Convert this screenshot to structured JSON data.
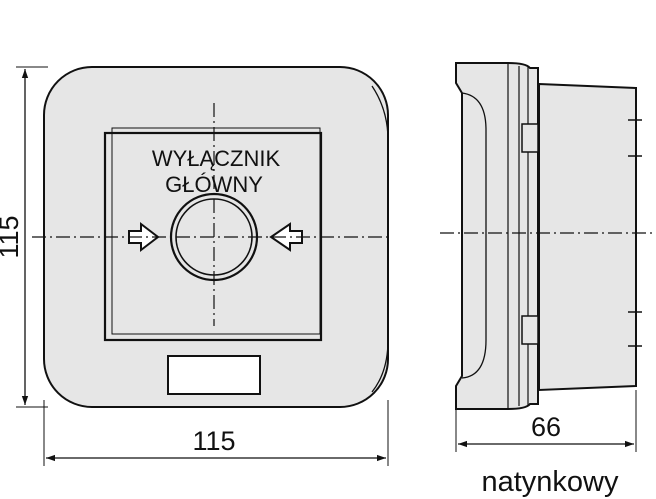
{
  "front_view": {
    "label_line1": "WYŁĄCZNIK",
    "label_line2": "GŁÓWNY"
  },
  "dimensions": {
    "height": "115",
    "width": "115",
    "depth": "66"
  },
  "caption": "natynkowy",
  "colors": {
    "housing_fill": "#e6e6e6",
    "line": "#111111",
    "background": "#ffffff"
  }
}
